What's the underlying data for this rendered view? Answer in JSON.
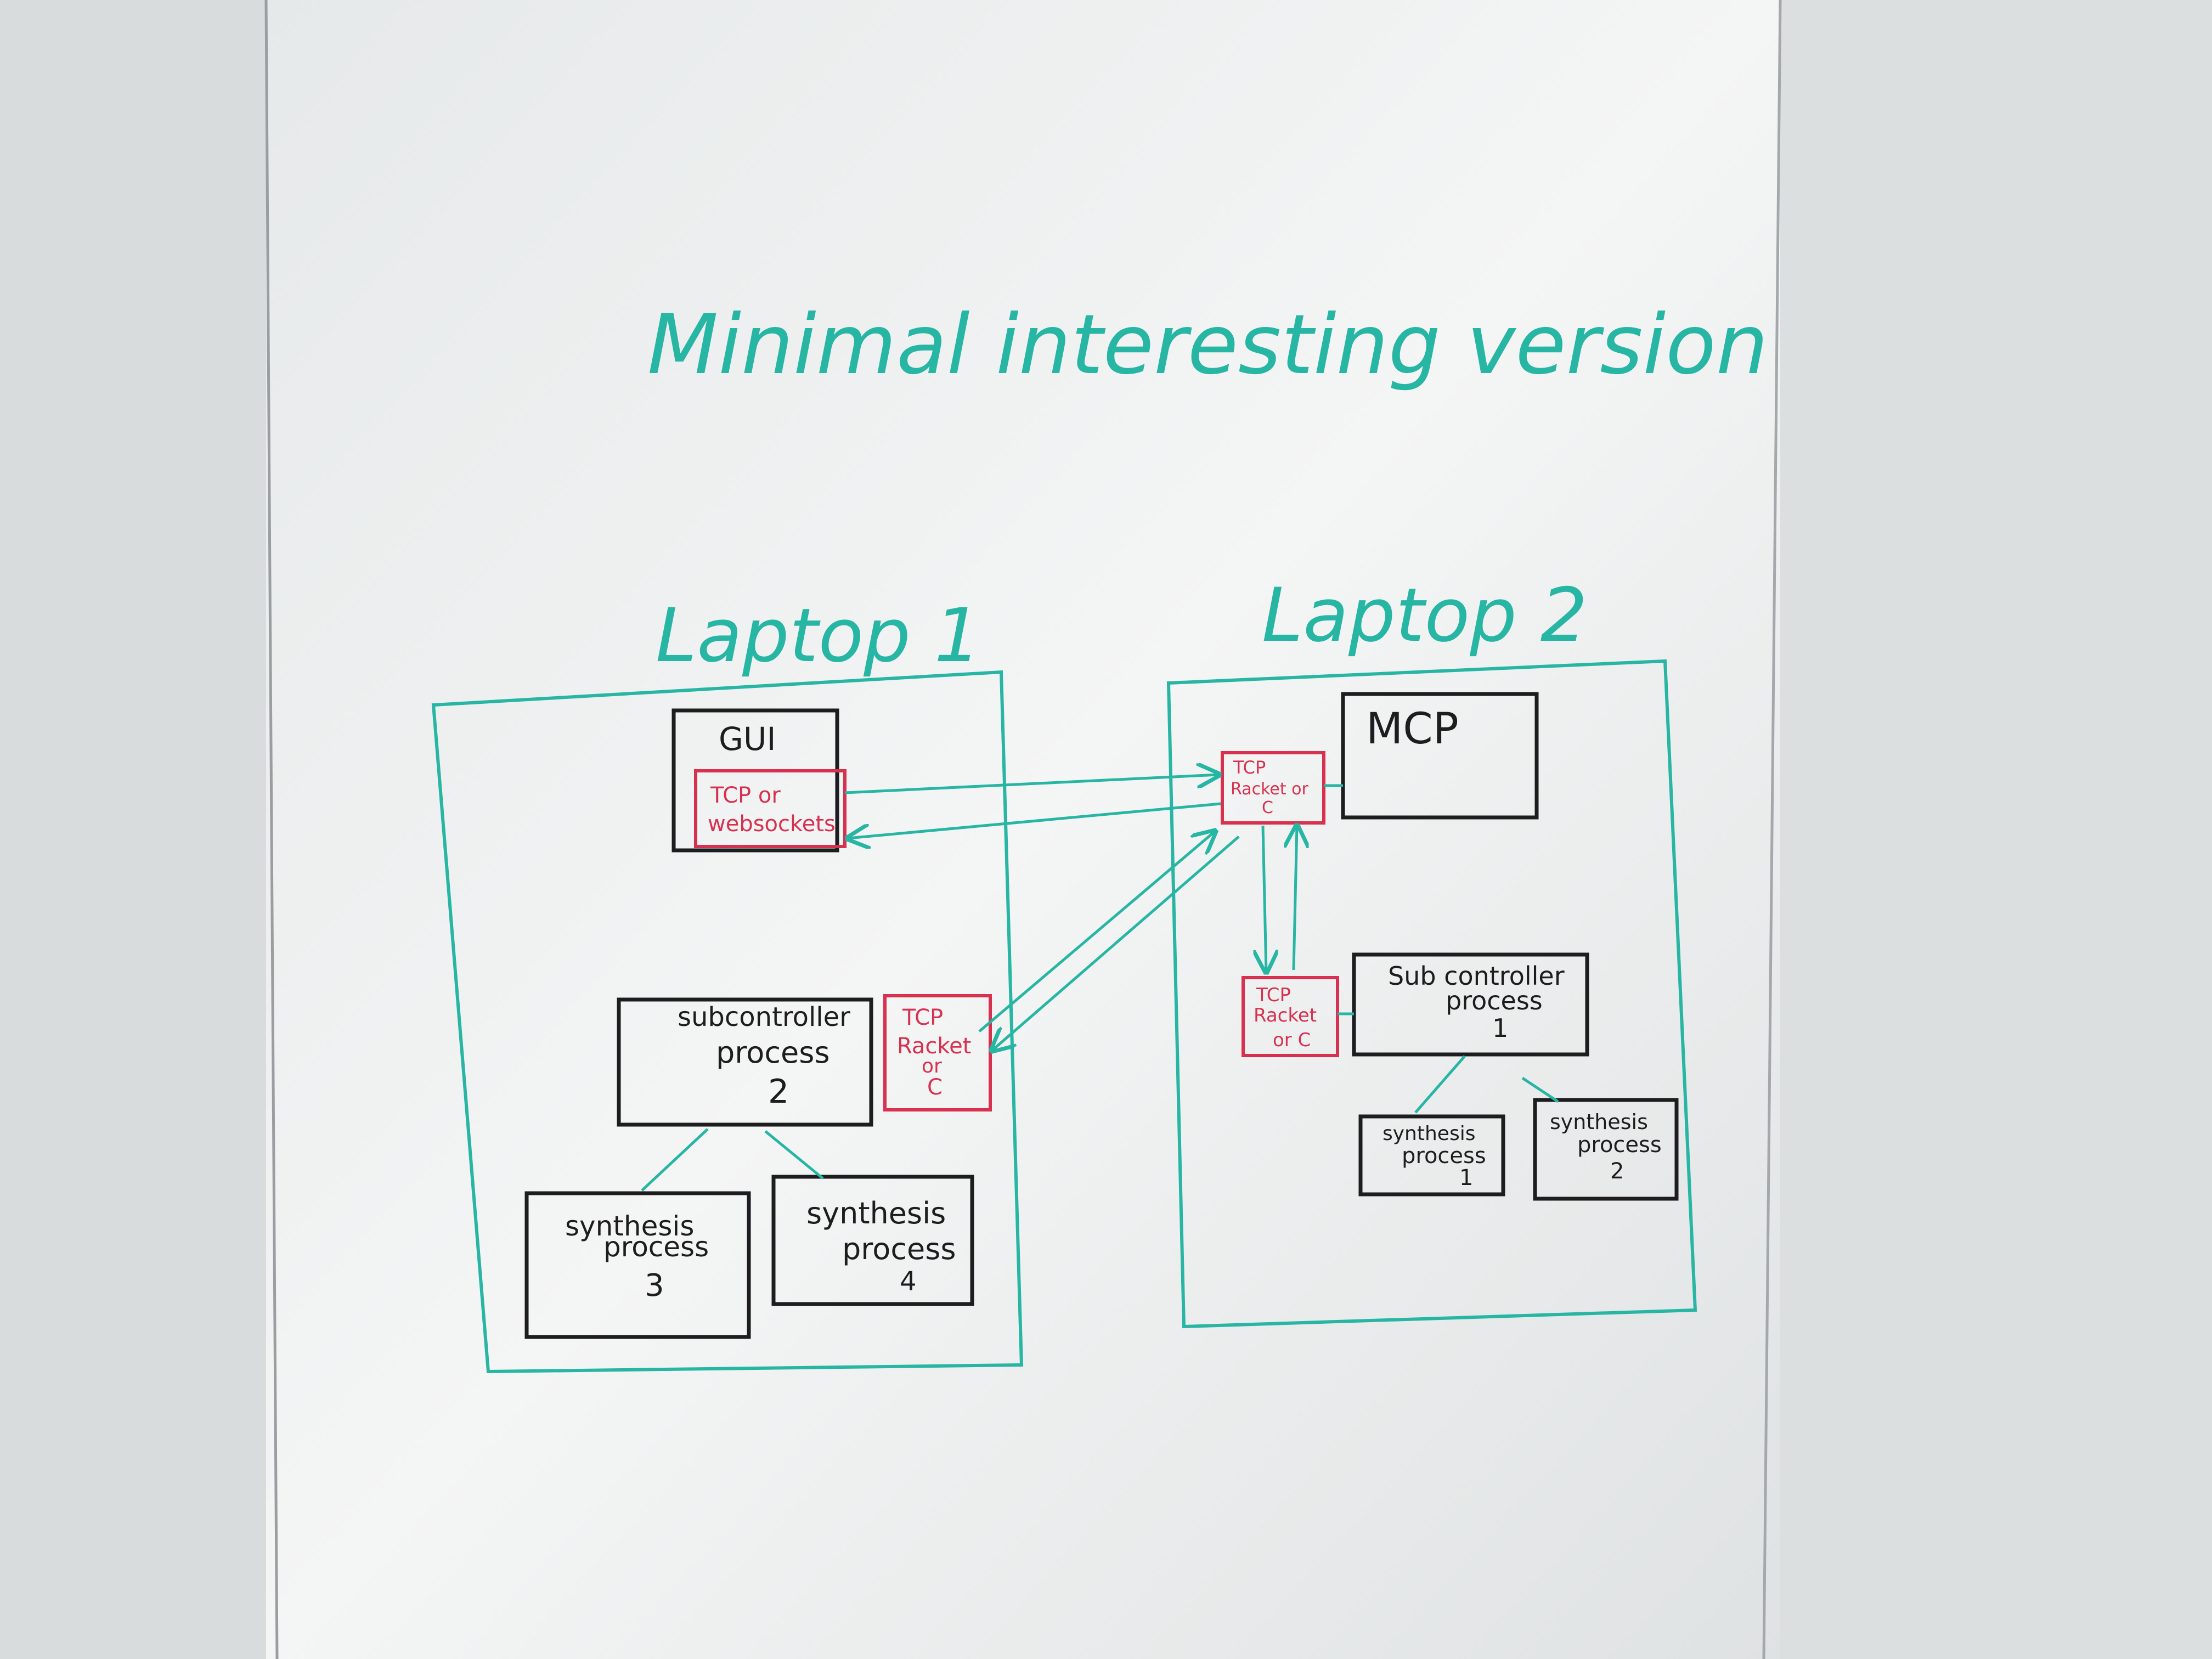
{
  "title": "Minimal interesting version",
  "laptop1": {
    "label": "Laptop 1",
    "gui": {
      "label": "GUI",
      "connector": [
        "TCP or",
        "websockets"
      ]
    },
    "subcontroller": {
      "lines": [
        "subcontroller",
        "process",
        "2"
      ],
      "connector": [
        "TCP",
        "Racket",
        "or",
        "C"
      ]
    },
    "synth_a": {
      "lines": [
        "synthesis",
        "process",
        "3"
      ]
    },
    "synth_b": {
      "lines": [
        "synthesis",
        "process",
        "4"
      ]
    }
  },
  "laptop2": {
    "label": "Laptop 2",
    "mcp": {
      "label": "MCP",
      "connector": [
        "TCP",
        "Racket or",
        "C"
      ]
    },
    "subcontroller": {
      "lines": [
        "Sub controller",
        "process",
        "1"
      ],
      "connector": [
        "TCP",
        "Racket",
        "or C"
      ]
    },
    "synth_a": {
      "lines": [
        "synthesis",
        "process",
        "1"
      ]
    },
    "synth_b": {
      "lines": [
        "synthesis",
        "process",
        "2"
      ]
    }
  },
  "colors": {
    "ink_teal": "#27b5a4",
    "ink_red": "#d8314f",
    "ink_black": "#1d1d1f",
    "board": "#f1f2f2"
  }
}
